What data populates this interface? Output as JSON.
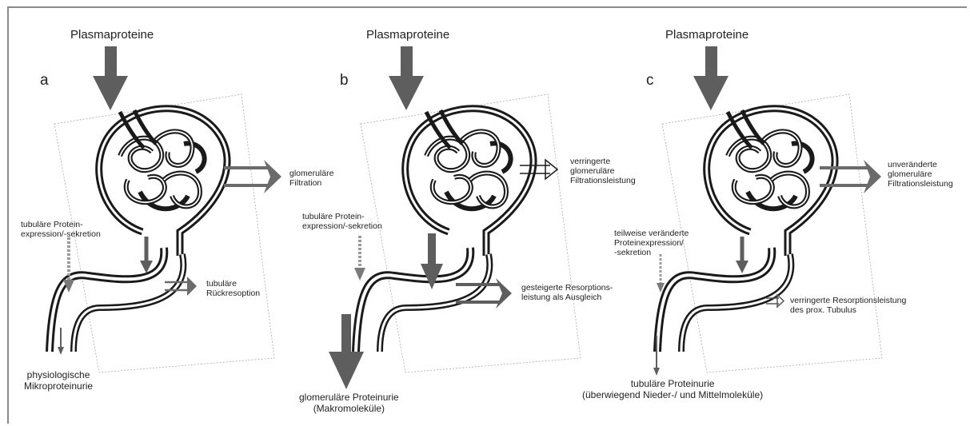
{
  "panels": [
    {
      "letter": "a",
      "top_label": "Plasmaproteine",
      "filtration_label": [
        "glomeruläre",
        "Filtration"
      ],
      "expression_label": [
        "tubuläre Protein-",
        "expression/-sekretion"
      ],
      "resorption_label": [
        "tubuläre",
        "Rückresoption"
      ],
      "output_label": [
        "physiologische",
        "Mikroproteinurie"
      ]
    },
    {
      "letter": "b",
      "top_label": "Plasmaproteine",
      "filtration_label": [
        "verringerte",
        "glomeruläre",
        "Filtrationsleistung"
      ],
      "expression_label": [
        "tubuläre Protein-",
        "expression/-sekretion"
      ],
      "resorption_label": [
        "gesteigerte Resorptions-",
        "leistung als Ausgleich"
      ],
      "output_label": [
        "glomeruläre Proteinurie",
        "(Makromoleküle)"
      ]
    },
    {
      "letter": "c",
      "top_label": "Plasmaproteine",
      "filtration_label": [
        "unveränderte",
        "glomeruläre",
        "Filtrationsleistung"
      ],
      "expression_label": [
        "teilweise veränderte",
        "Proteinexpression/",
        "-sekretion"
      ],
      "resorption_label": [
        "verringerte Resorptionsleistung",
        "des prox. Tubulus"
      ],
      "output_label": [
        "tubuläre Proteinurie",
        "(überwiegend Nieder-/ und Mittelmoleküle)"
      ]
    }
  ],
  "colors": {
    "arrow": "#5e5e5e",
    "tubule": "#1a1a1a",
    "frame": "#8a8a8a",
    "dotted": "#9a9a9a"
  }
}
